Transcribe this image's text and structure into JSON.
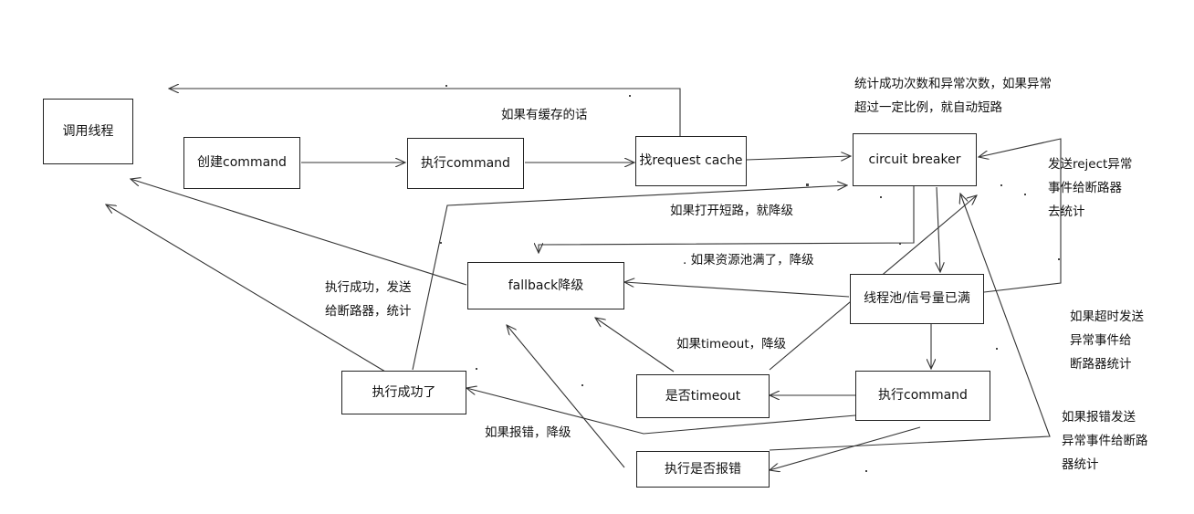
{
  "nodes": {
    "caller_thread": "调用线程",
    "create_command": "创建command",
    "execute_command_1": "执行command",
    "find_request_cache": "找request cache",
    "circuit_breaker": "circuit breaker",
    "fallback": "fallback降级",
    "pool_full": "线程池/信号量已满",
    "execute_success": "执行成功了",
    "is_timeout": "是否timeout",
    "execute_command_2": "执行command",
    "is_error": "执行是否报错"
  },
  "labels": {
    "if_cached": "如果有缓存的话",
    "stats_line1": "统计成功次数和异常次数，如果异常",
    "stats_line2": "超过一定比例，就自动短路",
    "reject_line1": "发送reject异常",
    "reject_line2": "事件给断路器",
    "reject_line3": "去统计",
    "if_open_degrade": "如果打开短路，就降级",
    "if_pool_full_degrade": ". 如果资源池满了，降级",
    "success_line1": "执行成功，发送",
    "success_line2": "给断路器，统计",
    "if_timeout_degrade": "如果timeout，降级",
    "timeout_send_line1": "如果超时发送",
    "timeout_send_line2": "异常事件给",
    "timeout_send_line3": "断路器统计",
    "if_error_degrade": "如果报错，降级",
    "error_send_line1": "如果报错发送",
    "error_send_line2": "异常事件给断路",
    "error_send_line3": "器统计"
  }
}
